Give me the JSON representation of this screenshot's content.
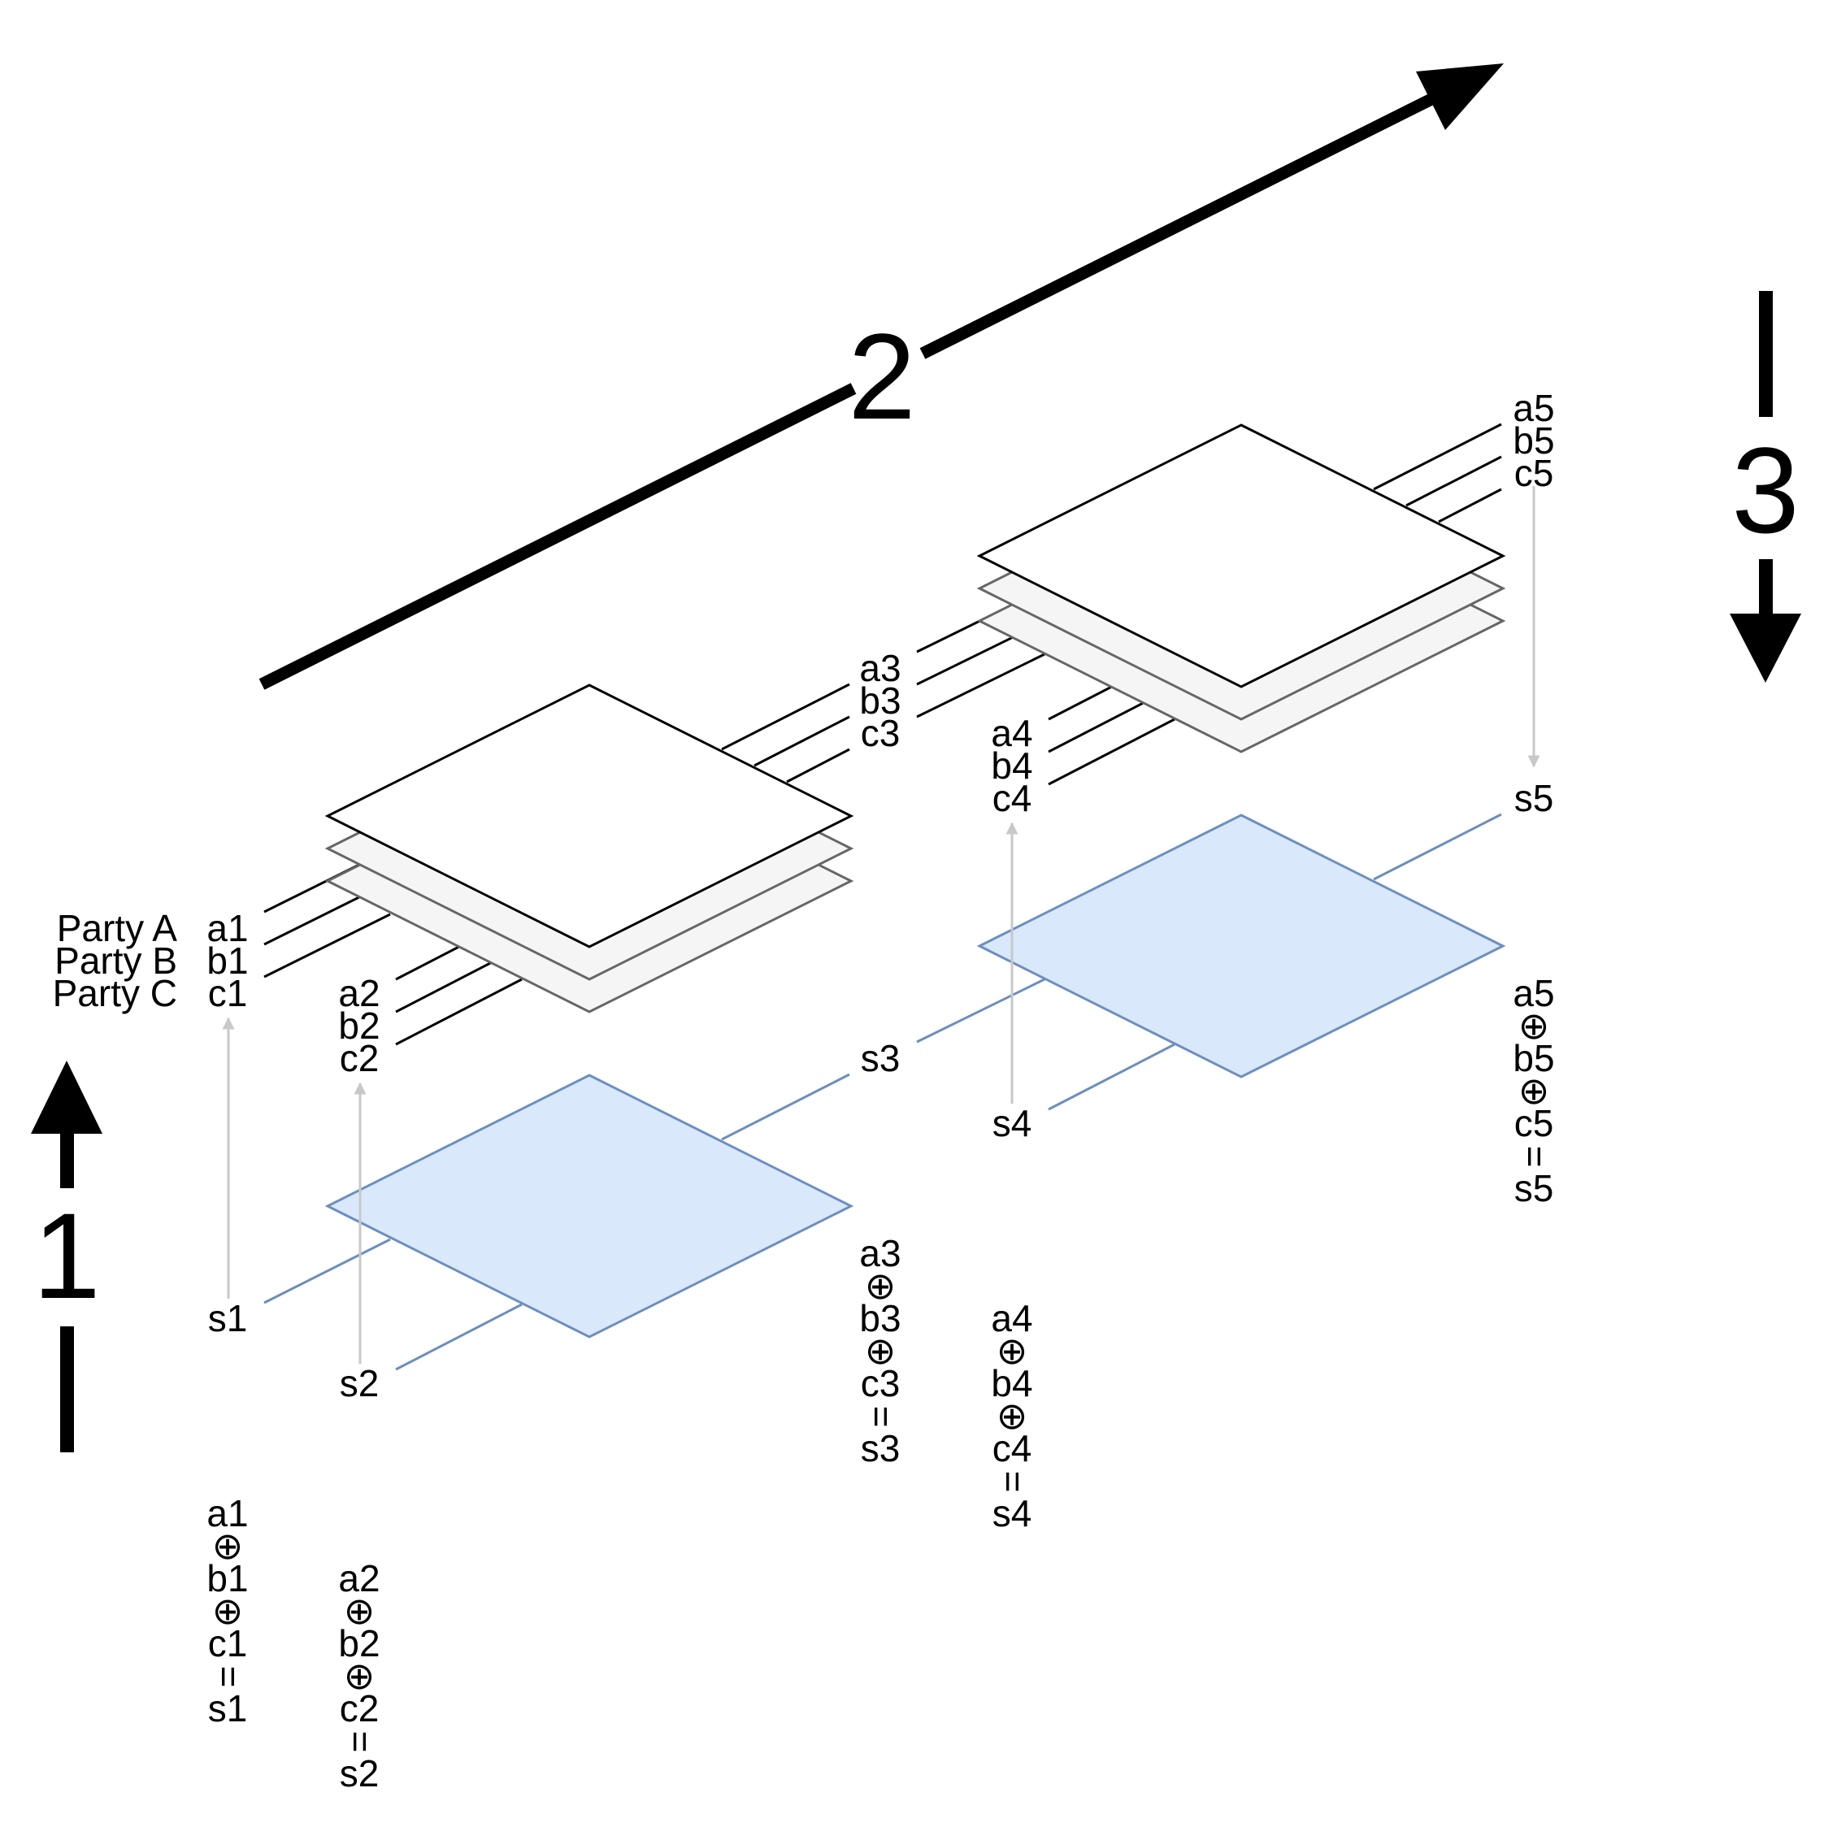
{
  "colors": {
    "blue_fill": "#dae8fc",
    "blue_stroke": "#6c8ebf",
    "gray_fill": "#f5f5f5",
    "gray_stroke": "#666666",
    "arrow_gray": "#c8c8c8",
    "black": "#000000"
  },
  "steps": {
    "step1": "1",
    "step2": "2",
    "step3": "3"
  },
  "parties": {
    "a": "Party A",
    "b": "Party B",
    "c": "Party C"
  },
  "nodes": [
    {
      "a": "a1",
      "b": "b1",
      "c": "c1",
      "s": "s1"
    },
    {
      "a": "a2",
      "b": "b2",
      "c": "c2",
      "s": "s2"
    },
    {
      "a": "a3",
      "b": "b3",
      "c": "c3",
      "s": "s3"
    },
    {
      "a": "a4",
      "b": "b4",
      "c": "c4",
      "s": "s4"
    },
    {
      "a": "a5",
      "b": "b5",
      "c": "c5",
      "s": "s5"
    }
  ],
  "symbols": {
    "xor": "⊕",
    "equals": "="
  }
}
